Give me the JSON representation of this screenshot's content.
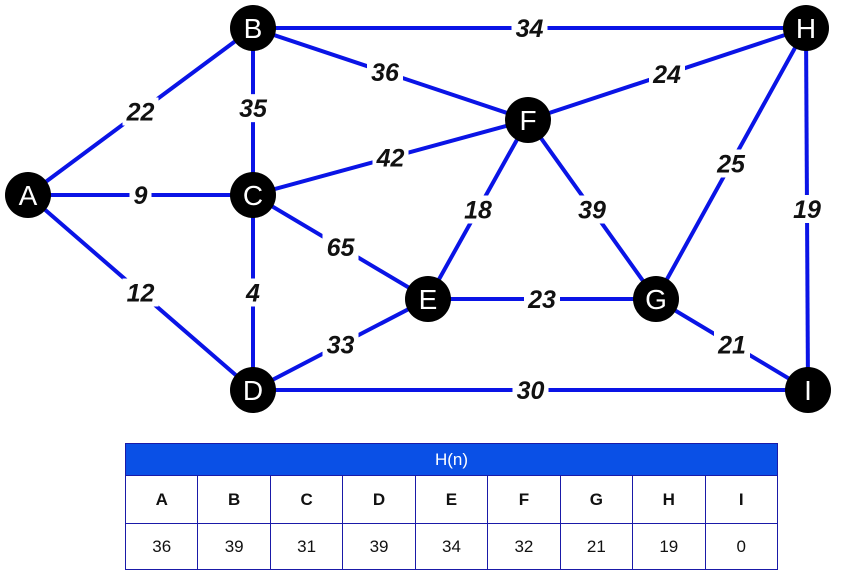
{
  "graph": {
    "nodes": [
      {
        "id": "A"
      },
      {
        "id": "B"
      },
      {
        "id": "C"
      },
      {
        "id": "D"
      },
      {
        "id": "E"
      },
      {
        "id": "F"
      },
      {
        "id": "G"
      },
      {
        "id": "H"
      },
      {
        "id": "I"
      }
    ],
    "edges": [
      {
        "from": "A",
        "to": "B",
        "weight": "22"
      },
      {
        "from": "A",
        "to": "C",
        "weight": "9"
      },
      {
        "from": "A",
        "to": "D",
        "weight": "12"
      },
      {
        "from": "B",
        "to": "C",
        "weight": "35"
      },
      {
        "from": "B",
        "to": "F",
        "weight": "36"
      },
      {
        "from": "B",
        "to": "H",
        "weight": "34"
      },
      {
        "from": "C",
        "to": "D",
        "weight": "4"
      },
      {
        "from": "C",
        "to": "E",
        "weight": "65"
      },
      {
        "from": "C",
        "to": "F",
        "weight": "42"
      },
      {
        "from": "D",
        "to": "E",
        "weight": "33"
      },
      {
        "from": "D",
        "to": "I",
        "weight": "30"
      },
      {
        "from": "E",
        "to": "F",
        "weight": "18"
      },
      {
        "from": "E",
        "to": "G",
        "weight": "23"
      },
      {
        "from": "F",
        "to": "G",
        "weight": "39"
      },
      {
        "from": "F",
        "to": "H",
        "weight": "24"
      },
      {
        "from": "G",
        "to": "H",
        "weight": "25"
      },
      {
        "from": "G",
        "to": "I",
        "weight": "21"
      },
      {
        "from": "H",
        "to": "I",
        "weight": "19"
      }
    ],
    "edge_color": "#0a14e6",
    "node_color": "#000000"
  },
  "heuristic_table": {
    "title": "H(n)",
    "header_color": "#0a50e6",
    "nodes": [
      "A",
      "B",
      "C",
      "D",
      "E",
      "F",
      "G",
      "H",
      "I"
    ],
    "values": [
      "36",
      "39",
      "31",
      "39",
      "34",
      "32",
      "21",
      "19",
      "0"
    ]
  }
}
